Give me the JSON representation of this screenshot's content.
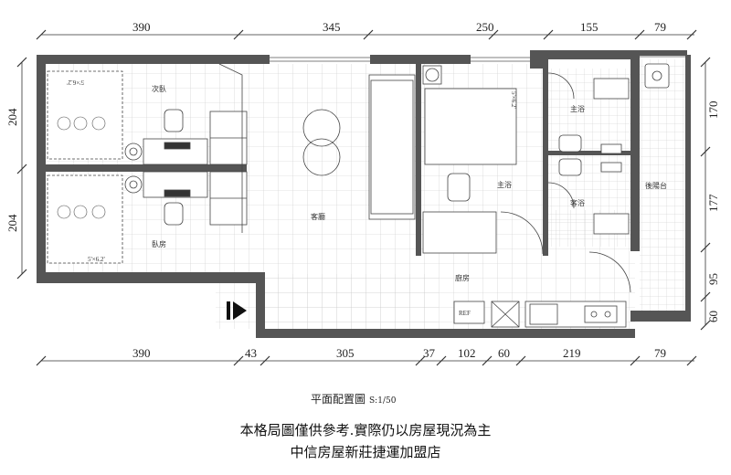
{
  "dimensions": {
    "top": [
      "390",
      "345",
      "250",
      "155",
      "79"
    ],
    "bottom": [
      "390",
      "43",
      "305",
      "37",
      "102",
      "60",
      "219",
      "79"
    ],
    "left": [
      "204",
      "204"
    ],
    "right": [
      "170",
      "177",
      "95",
      "60"
    ]
  },
  "rooms": {
    "second_bedroom": "次臥",
    "bedroom": "臥房",
    "living_room": "客廳",
    "master_bath_area": "主浴",
    "master_bath": "主浴",
    "guest_bath": "客浴",
    "rear_balcony": "後陽台",
    "kitchen": "廚房"
  },
  "bed_sizes": {
    "second_bedroom": "5'×6.2'",
    "bedroom": "5'×6.2'",
    "master": "5'×6.2'"
  },
  "fridge_label": "REF",
  "plan_title": "平面配置圖",
  "plan_scale": "S:1/50",
  "disclaimer": "本格局圖僅供參考.實際仍以房屋現況為主",
  "agency": "中信房屋新莊捷運加盟店",
  "colors": {
    "wall": "#555555",
    "line": "#444444",
    "background": "#ffffff"
  }
}
